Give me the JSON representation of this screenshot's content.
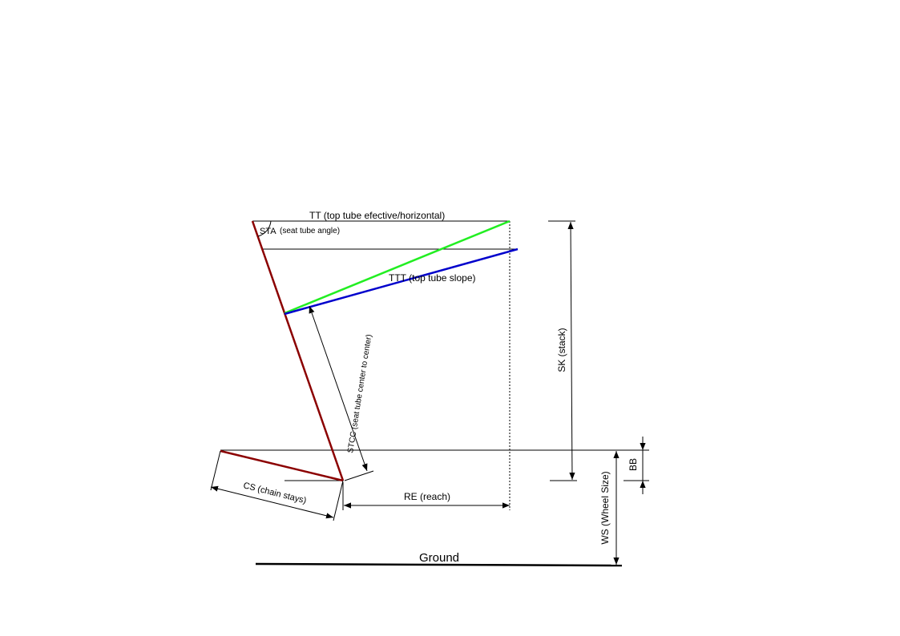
{
  "labels": {
    "tt": "TT (top tube efective/horizontal)",
    "sta_abbr": "STA",
    "sta_desc": "(seat tube angle)",
    "ttt": "TTT (top tube slope)",
    "stcc": "STCC (seat tube center to center)",
    "sk": "SK (stack)",
    "bb": "BB",
    "ws": "WS (Wheel Size)",
    "cs": "CS (chain stays)",
    "re": "RE (reach)",
    "ground": "Ground"
  },
  "colors": {
    "seat_tube": "#8b0000",
    "chain_stay": "#8b0000",
    "top_tube_slope_green": "#22ee22",
    "top_tube_slope_blue": "#0000cc",
    "lines": "#000000"
  }
}
